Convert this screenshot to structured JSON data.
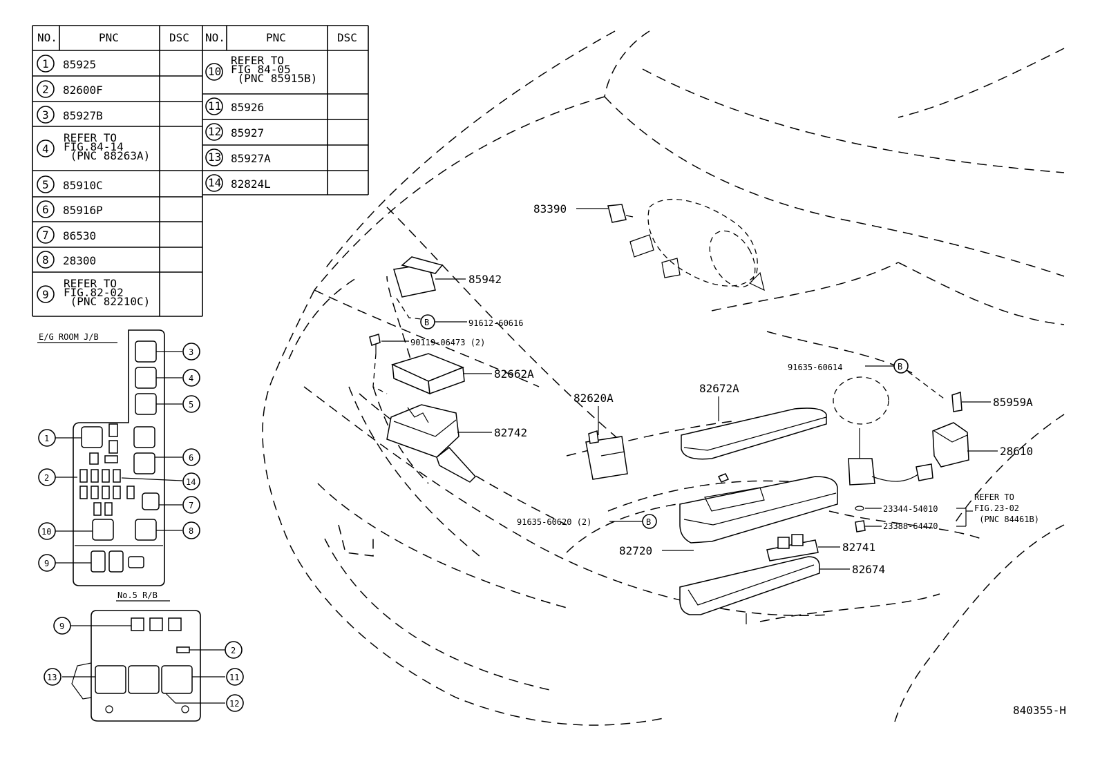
{
  "table": {
    "headers": [
      "NO.",
      "PNC",
      "DSC"
    ],
    "left_rows": [
      {
        "no": "1",
        "pnc": [
          "85925"
        ]
      },
      {
        "no": "2",
        "pnc": [
          "82600F"
        ]
      },
      {
        "no": "3",
        "pnc": [
          "85927B"
        ]
      },
      {
        "no": "4",
        "pnc": [
          "REFER TO",
          "FIG.84-14",
          " (PNC 88263A)"
        ]
      },
      {
        "no": "5",
        "pnc": [
          "85910C"
        ]
      },
      {
        "no": "6",
        "pnc": [
          "85916P"
        ]
      },
      {
        "no": "7",
        "pnc": [
          "86530"
        ]
      },
      {
        "no": "8",
        "pnc": [
          "28300"
        ]
      },
      {
        "no": "9",
        "pnc": [
          "REFER TO",
          "FIG.82-02",
          " (PNC 82210C)"
        ]
      }
    ],
    "right_rows": [
      {
        "no": "10",
        "pnc": [
          "REFER TO",
          "FIG 84-05",
          " (PNC 85915B)"
        ]
      },
      {
        "no": "11",
        "pnc": [
          "85926"
        ]
      },
      {
        "no": "12",
        "pnc": [
          "85927"
        ]
      },
      {
        "no": "13",
        "pnc": [
          "85927A"
        ]
      },
      {
        "no": "14",
        "pnc": [
          "82824L"
        ]
      }
    ]
  },
  "legend": {
    "eg_room_jb": "E/G ROOM J/B",
    "no5_rb": "No.5 R/B",
    "eg_callouts": [
      "3",
      "4",
      "5",
      "1",
      "6",
      "2",
      "14",
      "7",
      "10",
      "8",
      "9"
    ],
    "rb_callouts": [
      "9",
      "2",
      "13",
      "11",
      "12"
    ]
  },
  "parts": {
    "p83390": "83390",
    "p85942": "85942",
    "p91612": "91612-60616",
    "p90119": "90119-06473 (2)",
    "p82662A": "82662A",
    "p82742": "82742",
    "p82620A": "82620A",
    "p82672A": "82672A",
    "p91635_614": "91635-60614",
    "p85959A": "85959A",
    "p28610": "28610",
    "p91635_620": "91635-60620 (2)",
    "p82720": "82720",
    "p82741": "82741",
    "p82674": "82674",
    "p23344": "23344-54010",
    "p23388": "23388-64470",
    "ref_fig": [
      "REFER TO",
      "FIG.23-02",
      " (PNC 84461B)"
    ],
    "bolt_mark": "B"
  },
  "figure_id": "840355-H"
}
